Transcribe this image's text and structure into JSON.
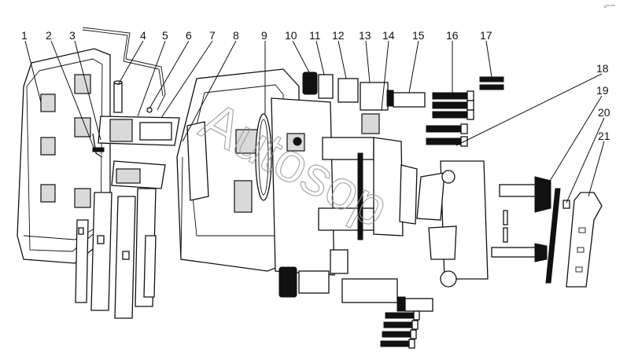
{
  "diagram": {
    "callouts": [
      "1",
      "2",
      "3",
      "4",
      "5",
      "6",
      "7",
      "8",
      "9",
      "10",
      "11",
      "12",
      "13",
      "14",
      "15",
      "16",
      "17",
      "18",
      "19",
      "20",
      "21"
    ],
    "watermark": "Autosop",
    "corner_mark": "s** ***"
  }
}
